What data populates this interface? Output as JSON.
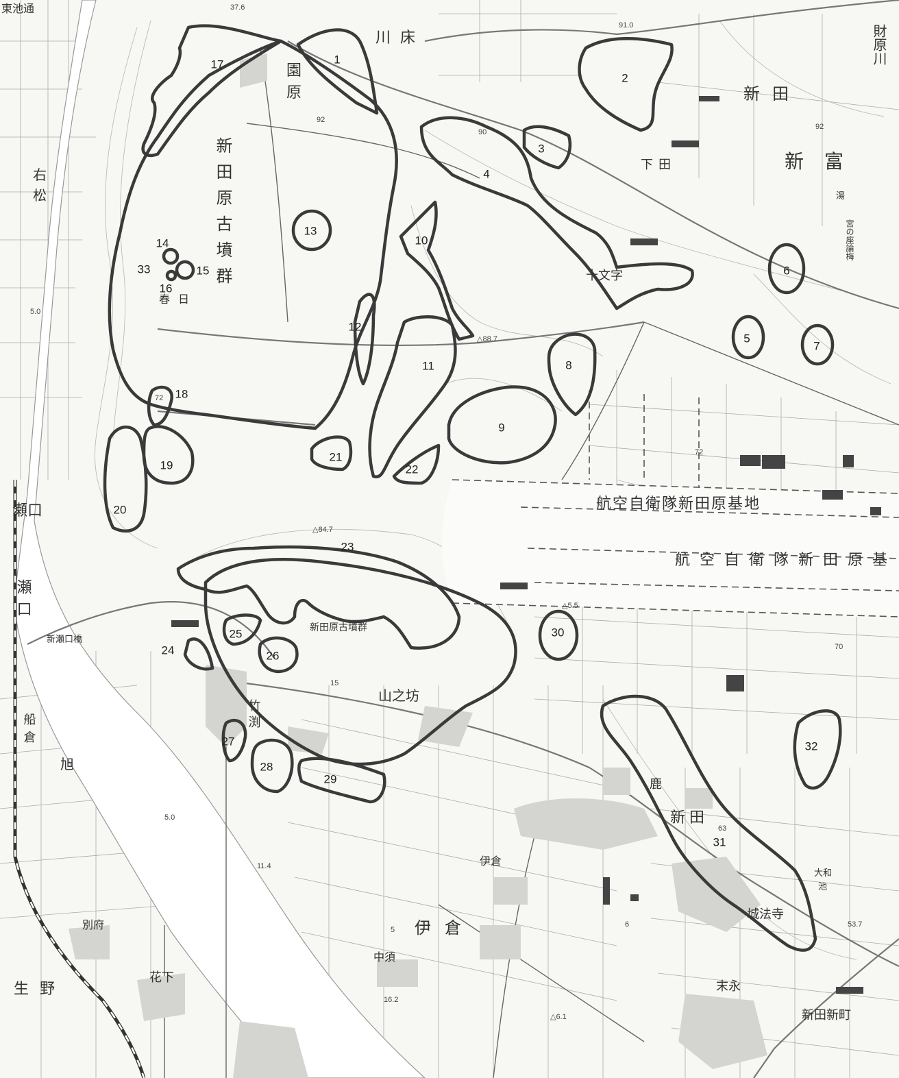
{
  "map": {
    "zones": [
      {
        "id": "1",
        "label": "1"
      },
      {
        "id": "2",
        "label": "2"
      },
      {
        "id": "3",
        "label": "3"
      },
      {
        "id": "4",
        "label": "4"
      },
      {
        "id": "5",
        "label": "5"
      },
      {
        "id": "6",
        "label": "6"
      },
      {
        "id": "7",
        "label": "7"
      },
      {
        "id": "8",
        "label": "8"
      },
      {
        "id": "9",
        "label": "9"
      },
      {
        "id": "10",
        "label": "10"
      },
      {
        "id": "11",
        "label": "11"
      },
      {
        "id": "12",
        "label": "12"
      },
      {
        "id": "13",
        "label": "13"
      },
      {
        "id": "14",
        "label": "14"
      },
      {
        "id": "15",
        "label": "15"
      },
      {
        "id": "16",
        "label": "16"
      },
      {
        "id": "17",
        "label": "17"
      },
      {
        "id": "18",
        "label": "18"
      },
      {
        "id": "19",
        "label": "19"
      },
      {
        "id": "20",
        "label": "20"
      },
      {
        "id": "21",
        "label": "21"
      },
      {
        "id": "22",
        "label": "22"
      },
      {
        "id": "23",
        "label": "23"
      },
      {
        "id": "24",
        "label": "24"
      },
      {
        "id": "25",
        "label": "25"
      },
      {
        "id": "26",
        "label": "26"
      },
      {
        "id": "27",
        "label": "27"
      },
      {
        "id": "28",
        "label": "28"
      },
      {
        "id": "29",
        "label": "29"
      },
      {
        "id": "30",
        "label": "30"
      },
      {
        "id": "31",
        "label": "31"
      },
      {
        "id": "32",
        "label": "32"
      },
      {
        "id": "33",
        "label": "33"
      }
    ],
    "place_names": {
      "kawatoko": "川床",
      "sono": "園",
      "hara": "原",
      "shinden_ne": "新田",
      "zaibara": "財原川",
      "shintomi": "新富",
      "shimoda": "下田",
      "shinden_kofun": "新田原古墳群",
      "jumonji": "十文字",
      "kasuga": "春日",
      "migimatsu_1": "右",
      "migimatsu_2": "松",
      "seto": "瀬口",
      "setoguchi": "瀬口",
      "shinsetoguchi": "新瀬口橋",
      "base_1": "航空自衛隊新田原基地",
      "base_2": "航空自衛隊新田原基",
      "takebuchi": "竹渕",
      "yamanobo": "山之坊",
      "shinden_kofun_small": "新田原古墳群",
      "funakura": "船倉",
      "asahi": "旭",
      "kamo_shinden_1": "鹿",
      "kamo_shinden_2": "新田",
      "yamato_ike_1": "大和",
      "yamato_ike_2": "池",
      "johoji": "城法寺",
      "ikura_small": "伊倉",
      "ikura": "伊倉",
      "nakasu": "中須",
      "beppu": "別府",
      "hanashita": "花下",
      "ikuno": "生野",
      "suenaga": "末永",
      "shinden_shinmachi": "新田新町",
      "yunomiya_1": "湯",
      "yunomiya_2": "宮の座論梅",
      "top_left": "東池通"
    },
    "elevations": {
      "e91": "91.0",
      "e92a": "92",
      "e92b": "92",
      "e90": "90",
      "e887": "△88.7",
      "e72a": "72",
      "e72b": "72",
      "e847": "△84.7",
      "e55": "△5.5",
      "e70": "70",
      "e63": "63",
      "e537": "53.7",
      "e50a": "5.0",
      "e50b": "5.0",
      "e114": "11.4",
      "e162": "16.2",
      "e61": "△6.1",
      "e376": "37.6",
      "e15": "15",
      "e5": "5",
      "e6": "6"
    }
  }
}
